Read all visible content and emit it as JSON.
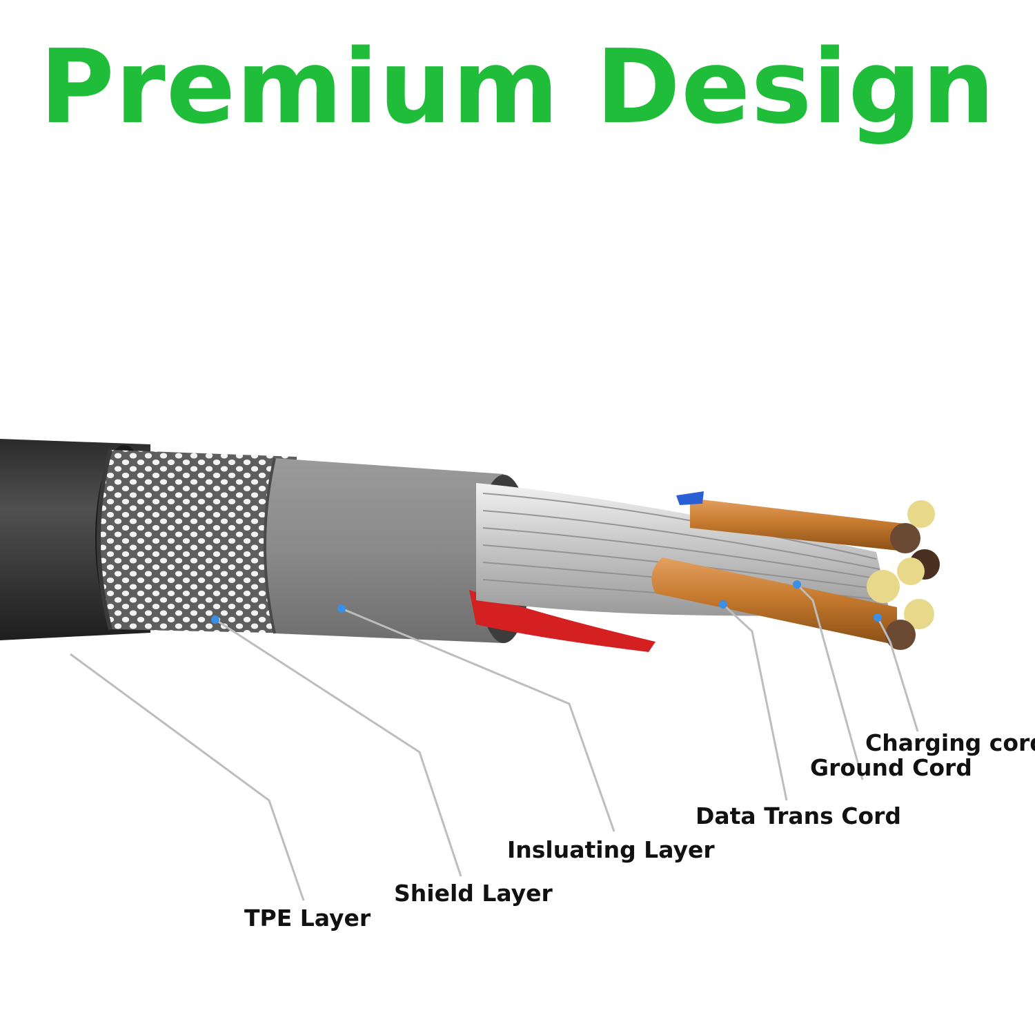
{
  "headline": "Premium Design",
  "colors": {
    "headline": "#1fbd3a",
    "jacket": "#3a3a3a",
    "shield": "#d8d8d8",
    "insulation": "#8a8a8a",
    "strand": "#d0d0d0",
    "copper": "#c67a2e",
    "red_wire": "#d42020",
    "pointer_dot": "#3a8fe6",
    "leader_line": "#bdbdbd"
  },
  "labels": {
    "charging": "Charging cord",
    "ground": "Ground Cord",
    "data": "Data Trans Cord",
    "insulating": "Insluating Layer",
    "shield": "Shield Layer",
    "tpe": "TPE Layer"
  }
}
